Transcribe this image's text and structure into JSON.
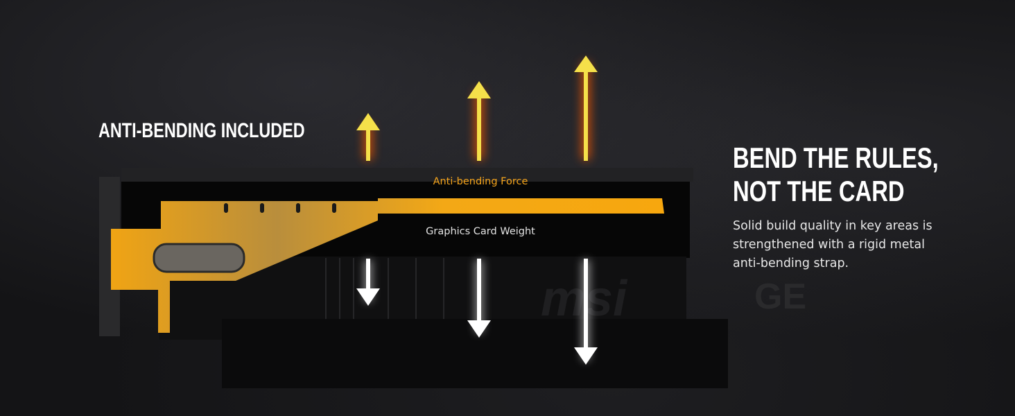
{
  "left_title": "ANTI-BENDING INCLUDED",
  "headline": [
    "BEND THE RULES,",
    "NOT THE CARD"
  ],
  "body_text": "Solid build quality in key areas is strengthened with a rigid metal anti-bending strap.",
  "diagram": {
    "force_label": "Anti-bending Force",
    "weight_label": "Graphics Card Weight",
    "card_brand": "msi",
    "card_series": "GE"
  },
  "colors": {
    "accent": "#f6a51c",
    "arrow_up": "#f5e04a",
    "arrow_down": "#ffffff",
    "background": "#141416"
  }
}
